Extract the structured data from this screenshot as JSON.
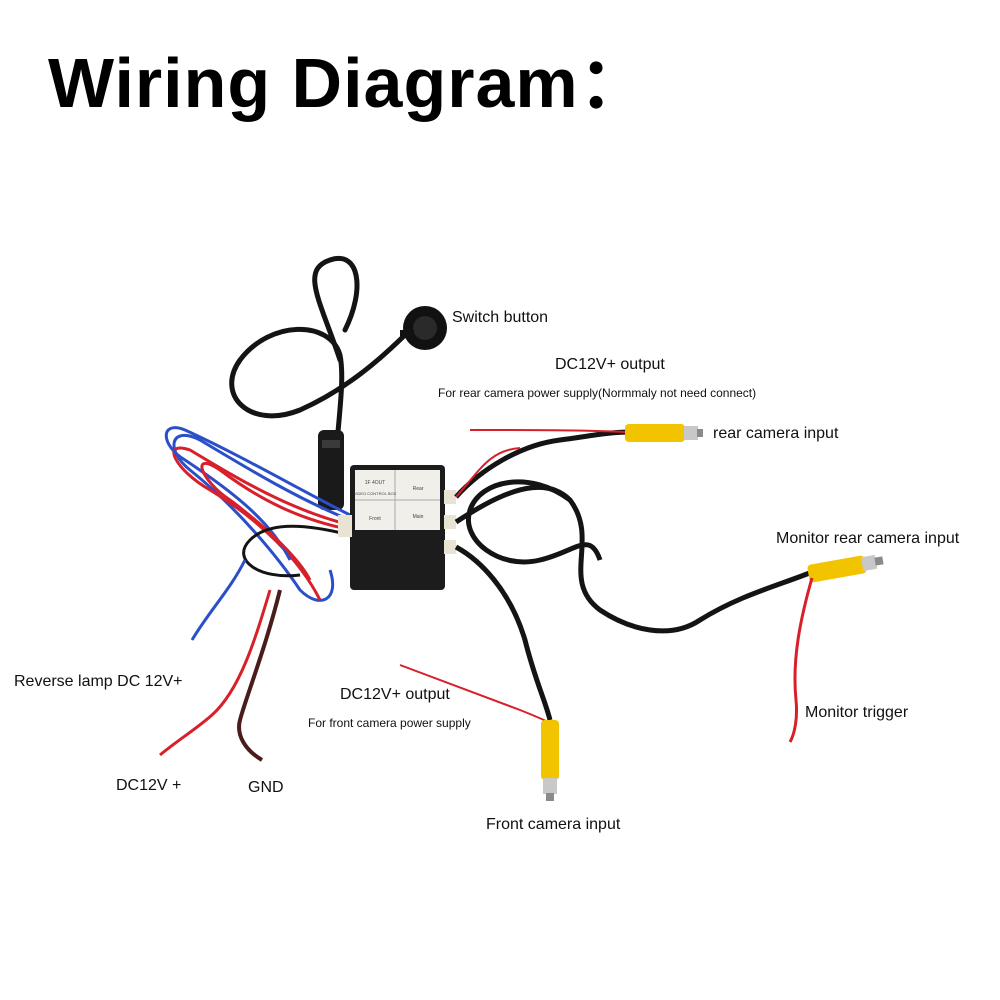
{
  "title": "Wiring Diagram：",
  "labels": {
    "switch_button": "Switch button",
    "rear_dc12v_output": "DC12V+ output",
    "rear_dc12v_note": "For rear camera power supply(Normmaly not need connect)",
    "rear_camera_input": "rear camera input",
    "monitor_rear_camera_input": "Monitor rear camera input",
    "monitor_trigger": "Monitor trigger",
    "reverse_lamp": "Reverse lamp DC 12V+",
    "front_dc12v_output": "DC12V+ output",
    "front_dc12v_note": "For front camera power supply",
    "dc12v_plus": "DC12V +",
    "gnd": "GND",
    "front_camera_input": "Front camera input"
  },
  "box_text": {
    "top": "1F 4OUT",
    "middle": "VIDEO CONTROL BOX",
    "rear_port": "Rear",
    "main_port": "Main",
    "front_port": "Front"
  },
  "colors": {
    "cable_black": "#141414",
    "wire_red": "#d8202a",
    "wire_blue": "#2b4fc9",
    "wire_brown": "#4a1c1c",
    "rca_yellow": "#f2c400",
    "box_black": "#1c1c1c"
  }
}
